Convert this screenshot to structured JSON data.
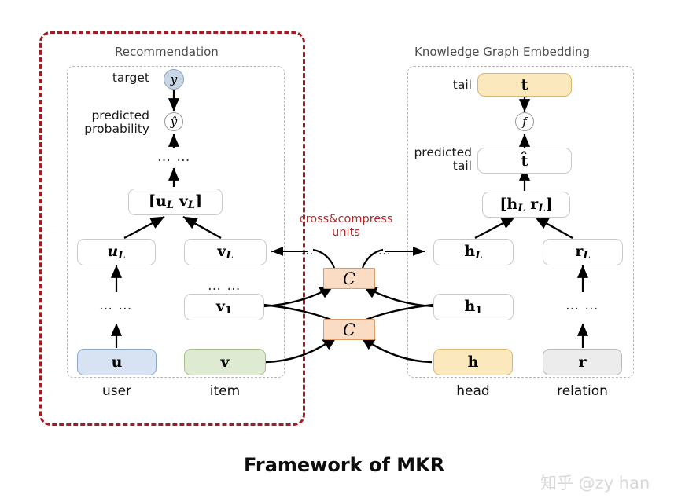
{
  "caption": "Framework of MKR",
  "watermark": "知乎 @zy han",
  "colors": {
    "red_boundary": "#a01e22",
    "gray_dash": "#b6b6b6",
    "user_fill": "#d7e3f2",
    "item_fill": "#dfead2",
    "head_fill": "#fbe9bd",
    "relation_fill": "#ececec",
    "cross_compress_fill": "#fadbc4",
    "tail_fill": "#fbe9bd",
    "target_fill": "#c9d6e6"
  },
  "left_panel": {
    "title": "Recommendation",
    "labels": {
      "target": "target",
      "predicted_probability": "predicted\nprobability"
    },
    "nodes": {
      "target_circle": "y",
      "predicted_circle": "ŷ",
      "concat": "[u",
      "concat_sub1": "L",
      "concat_mid": " v",
      "concat_sub2": "L",
      "concat_end": "]",
      "u_L": "u",
      "u_L_sub": "L",
      "v_L": "v",
      "v_L_sub": "L",
      "v_1": "v",
      "v_1_sub": "1",
      "u": "u",
      "v": "v"
    },
    "column_labels": {
      "user": "user",
      "item": "item"
    },
    "ellipsis": {
      "above_concat": "… …",
      "user_column": "… …",
      "item_column": "… …"
    }
  },
  "right_panel": {
    "title": "Knowledge Graph Embedding",
    "labels": {
      "tail": "tail",
      "predicted_tail": "predicted\ntail"
    },
    "nodes": {
      "tail": "t",
      "f_circle": "f",
      "predicted_tail": "t̂",
      "concat": "[h",
      "concat_sub1": "L",
      "concat_mid": " r",
      "concat_sub2": "L",
      "concat_end": "]",
      "h_L": "h",
      "h_L_sub": "L",
      "r_L": "r",
      "r_L_sub": "L",
      "h_1": "h",
      "h_1_sub": "1",
      "h": "h",
      "r": "r"
    },
    "column_labels": {
      "head": "head",
      "relation": "relation"
    },
    "ellipsis": {
      "relation_column": "… …"
    }
  },
  "middle": {
    "annotation": "cross&compress\nunits",
    "unit_label": "C",
    "left_ellipsis": "...",
    "right_ellipsis": "..."
  }
}
